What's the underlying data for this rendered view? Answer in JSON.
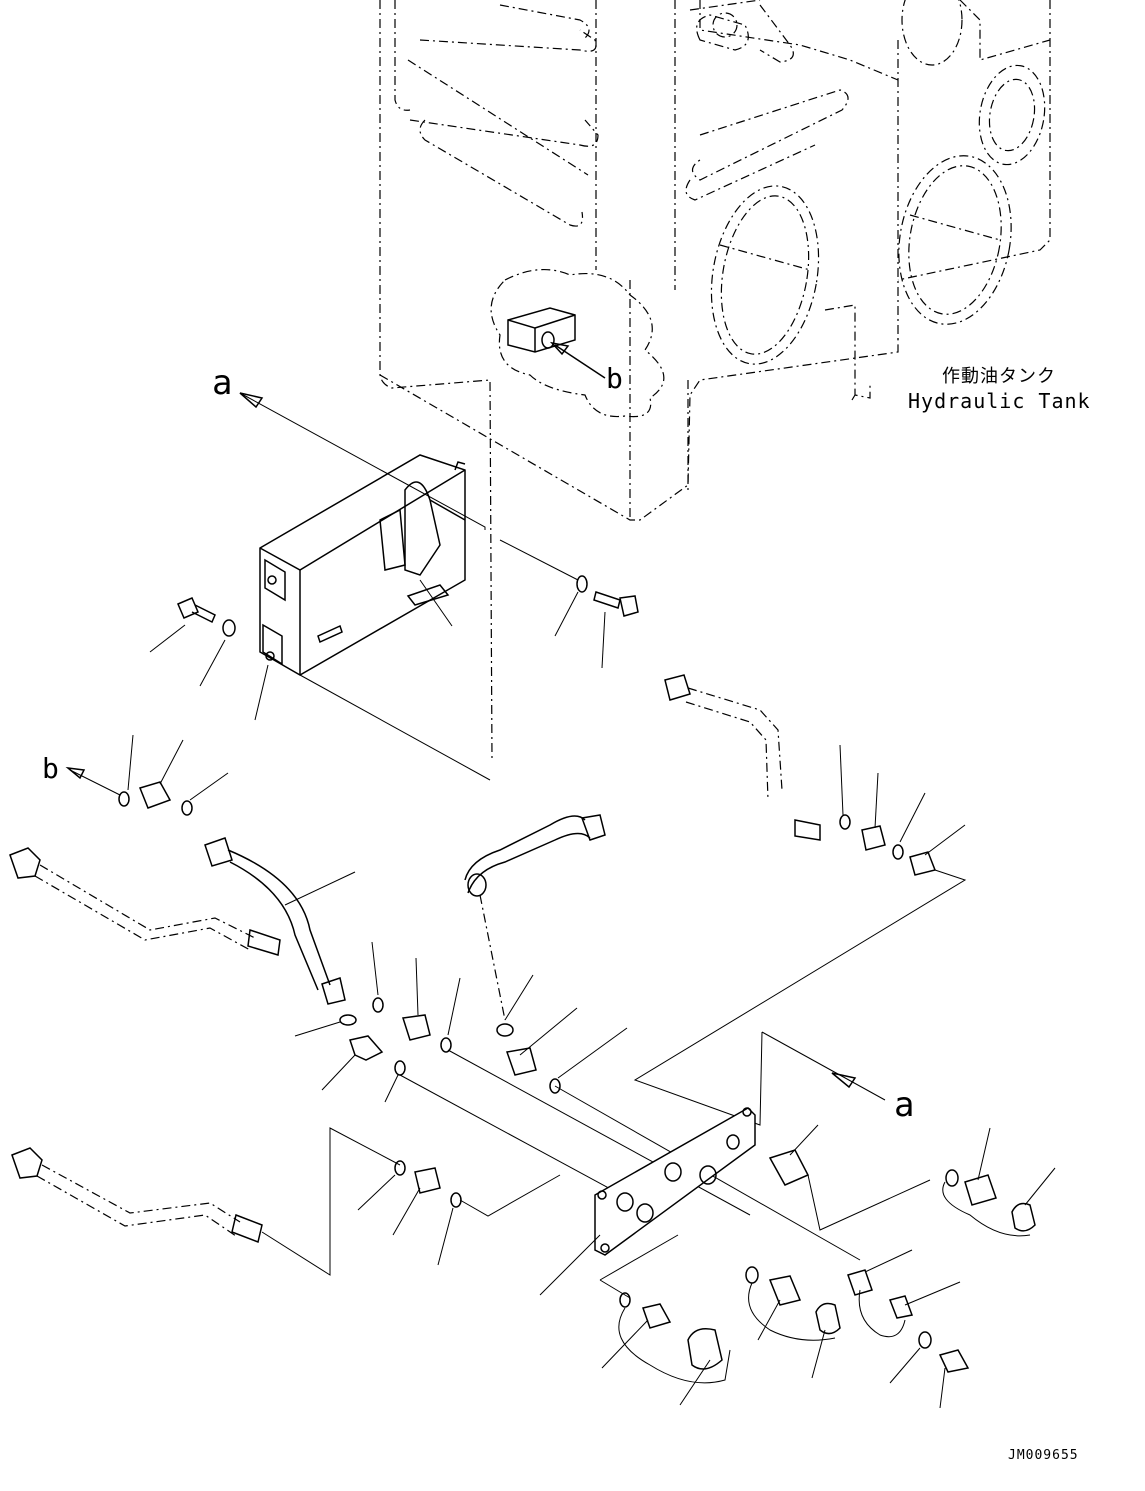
{
  "labels": {
    "callout_a_top": "a",
    "callout_b_top": "b",
    "callout_b_left": "b",
    "callout_a_right": "a",
    "tank_jp": "作動油タンク",
    "tank_en": "Hydraulic Tank",
    "drawing_id": "JM009655"
  }
}
